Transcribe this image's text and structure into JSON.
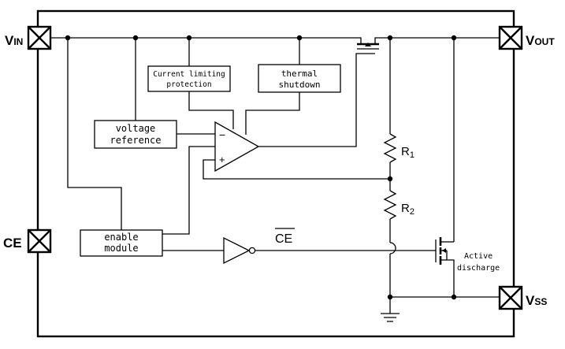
{
  "pins": {
    "vin": {
      "main": "V",
      "sub": "IN"
    },
    "vout": {
      "main": "V",
      "sub": "OUT"
    },
    "ce": {
      "label": "CE"
    },
    "vss": {
      "main": "V",
      "sub": "SS"
    }
  },
  "blocks": {
    "current_limit": {
      "line1": "Current limiting",
      "line2": "protection"
    },
    "thermal": {
      "line1": "thermal",
      "line2": "shutdown"
    },
    "vref": {
      "line1": "voltage",
      "line2": "reference"
    },
    "enable": {
      "line1": "enable",
      "line2": "module"
    }
  },
  "opamp": {
    "minus": "−",
    "plus": "+"
  },
  "resistors": {
    "r1": {
      "main": "R",
      "sub": "1"
    },
    "r2": {
      "main": "R",
      "sub": "2"
    }
  },
  "signals": {
    "ce_bar": "CE"
  },
  "discharge": {
    "line1": "Active",
    "line2": "discharge"
  }
}
